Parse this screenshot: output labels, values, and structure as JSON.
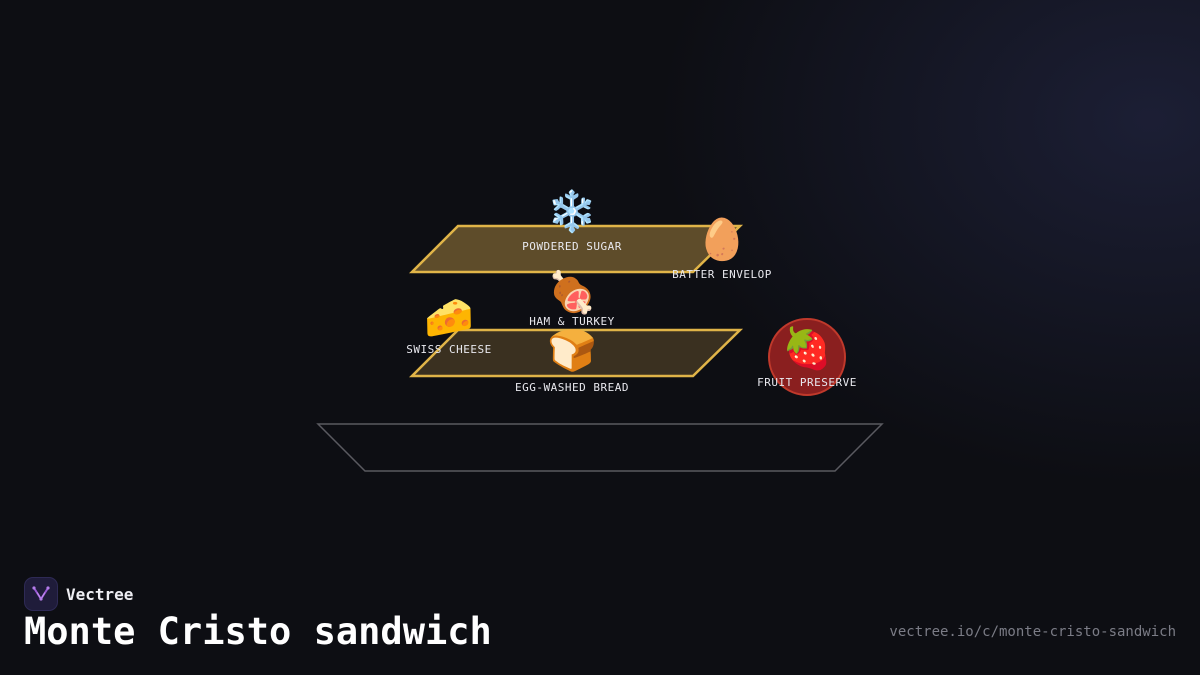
{
  "title": "Monte Cristo sandwich",
  "brand": {
    "name": "Vectree",
    "icon": "vectree-logo-icon"
  },
  "url": "vectree.io/c/monte-cristo-sandwich",
  "colors": {
    "background": "#0d0e13",
    "layer_stroke": "#e0b448",
    "layer_fill_top": "#5e4c2a",
    "layer_fill_bottom": "#3a3020",
    "plate_stroke": "#5a5a60",
    "highlight_fill": "#8a1f1f",
    "highlight_stroke": "#c0392b"
  },
  "nodes": [
    {
      "id": "powdered-sugar",
      "label": "POWDERED SUGAR",
      "icon": "snowflake-icon",
      "glyph": "❄️"
    },
    {
      "id": "batter-envelop",
      "label": "BATTER ENVELOP",
      "icon": "egg-icon",
      "glyph": "🥚"
    },
    {
      "id": "ham-turkey",
      "label": "HAM & TURKEY",
      "icon": "meat-icon",
      "glyph": "🍖"
    },
    {
      "id": "swiss-cheese",
      "label": "SWISS CHEESE",
      "icon": "cheese-icon",
      "glyph": "🧀"
    },
    {
      "id": "egg-washed-bread",
      "label": "EGG-WASHED BREAD",
      "icon": "bread-icon",
      "glyph": "🍞"
    },
    {
      "id": "fruit-preserve",
      "label": "FRUIT PRESERVE",
      "icon": "strawberry-icon",
      "glyph": "🍓"
    }
  ]
}
